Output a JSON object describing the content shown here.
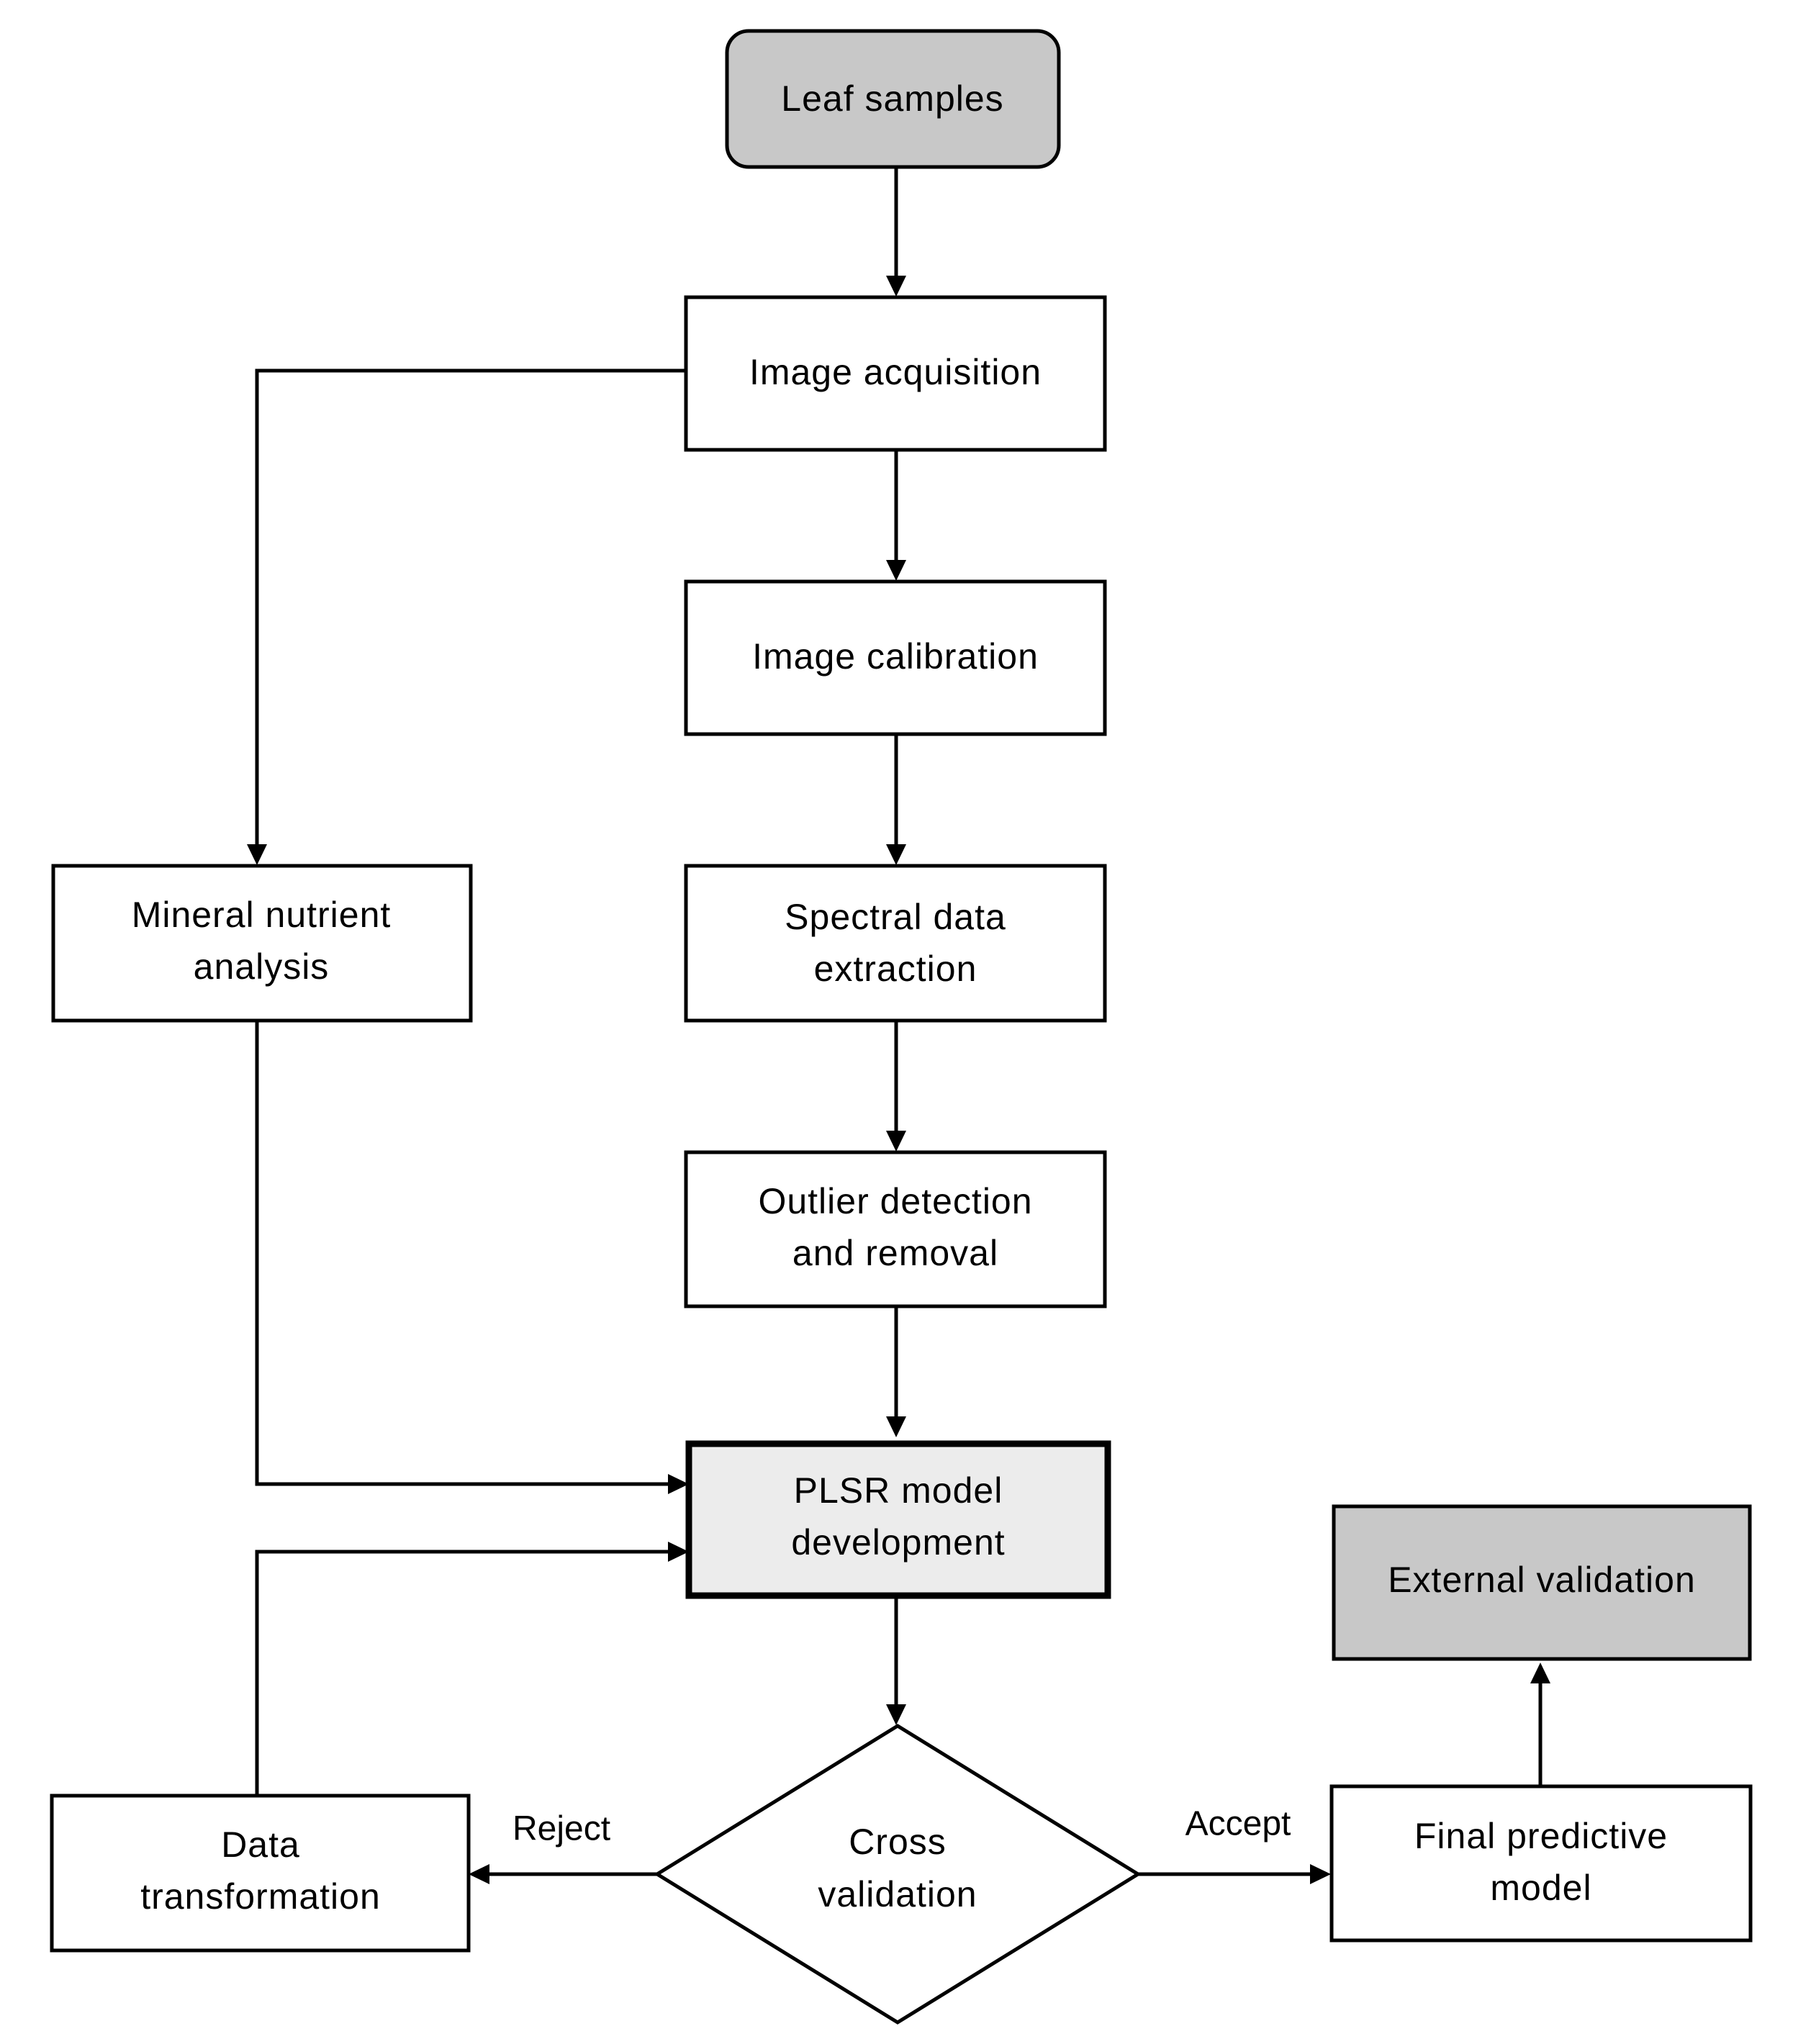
{
  "diagram": {
    "nodes": {
      "leaf_samples": {
        "label": "Leaf samples"
      },
      "image_acquisition": {
        "label": "Image acquisition"
      },
      "image_calibration": {
        "label": "Image calibration"
      },
      "spectral_extraction": {
        "line1": "Spectral data",
        "line2": "extraction"
      },
      "outlier_detection": {
        "line1": "Outlier detection",
        "line2": "and removal"
      },
      "mineral_analysis": {
        "line1": "Mineral nutrient",
        "line2": "analysis"
      },
      "plsr_model": {
        "line1": "PLSR model",
        "line2": "development"
      },
      "cross_validation": {
        "line1": "Cross",
        "line2": "validation"
      },
      "data_transformation": {
        "line1": "Data",
        "line2": "transformation"
      },
      "final_model": {
        "line1": "Final predictive",
        "line2": "model"
      },
      "external_validation": {
        "label": "External validation"
      }
    },
    "edge_labels": {
      "reject": "Reject",
      "accept": "Accept"
    },
    "colors": {
      "start_fill": "#c8c8c8",
      "end_fill": "#c8c8c8",
      "model_fill": "#ececec",
      "box_fill": "#ffffff",
      "stroke": "#000000"
    }
  }
}
